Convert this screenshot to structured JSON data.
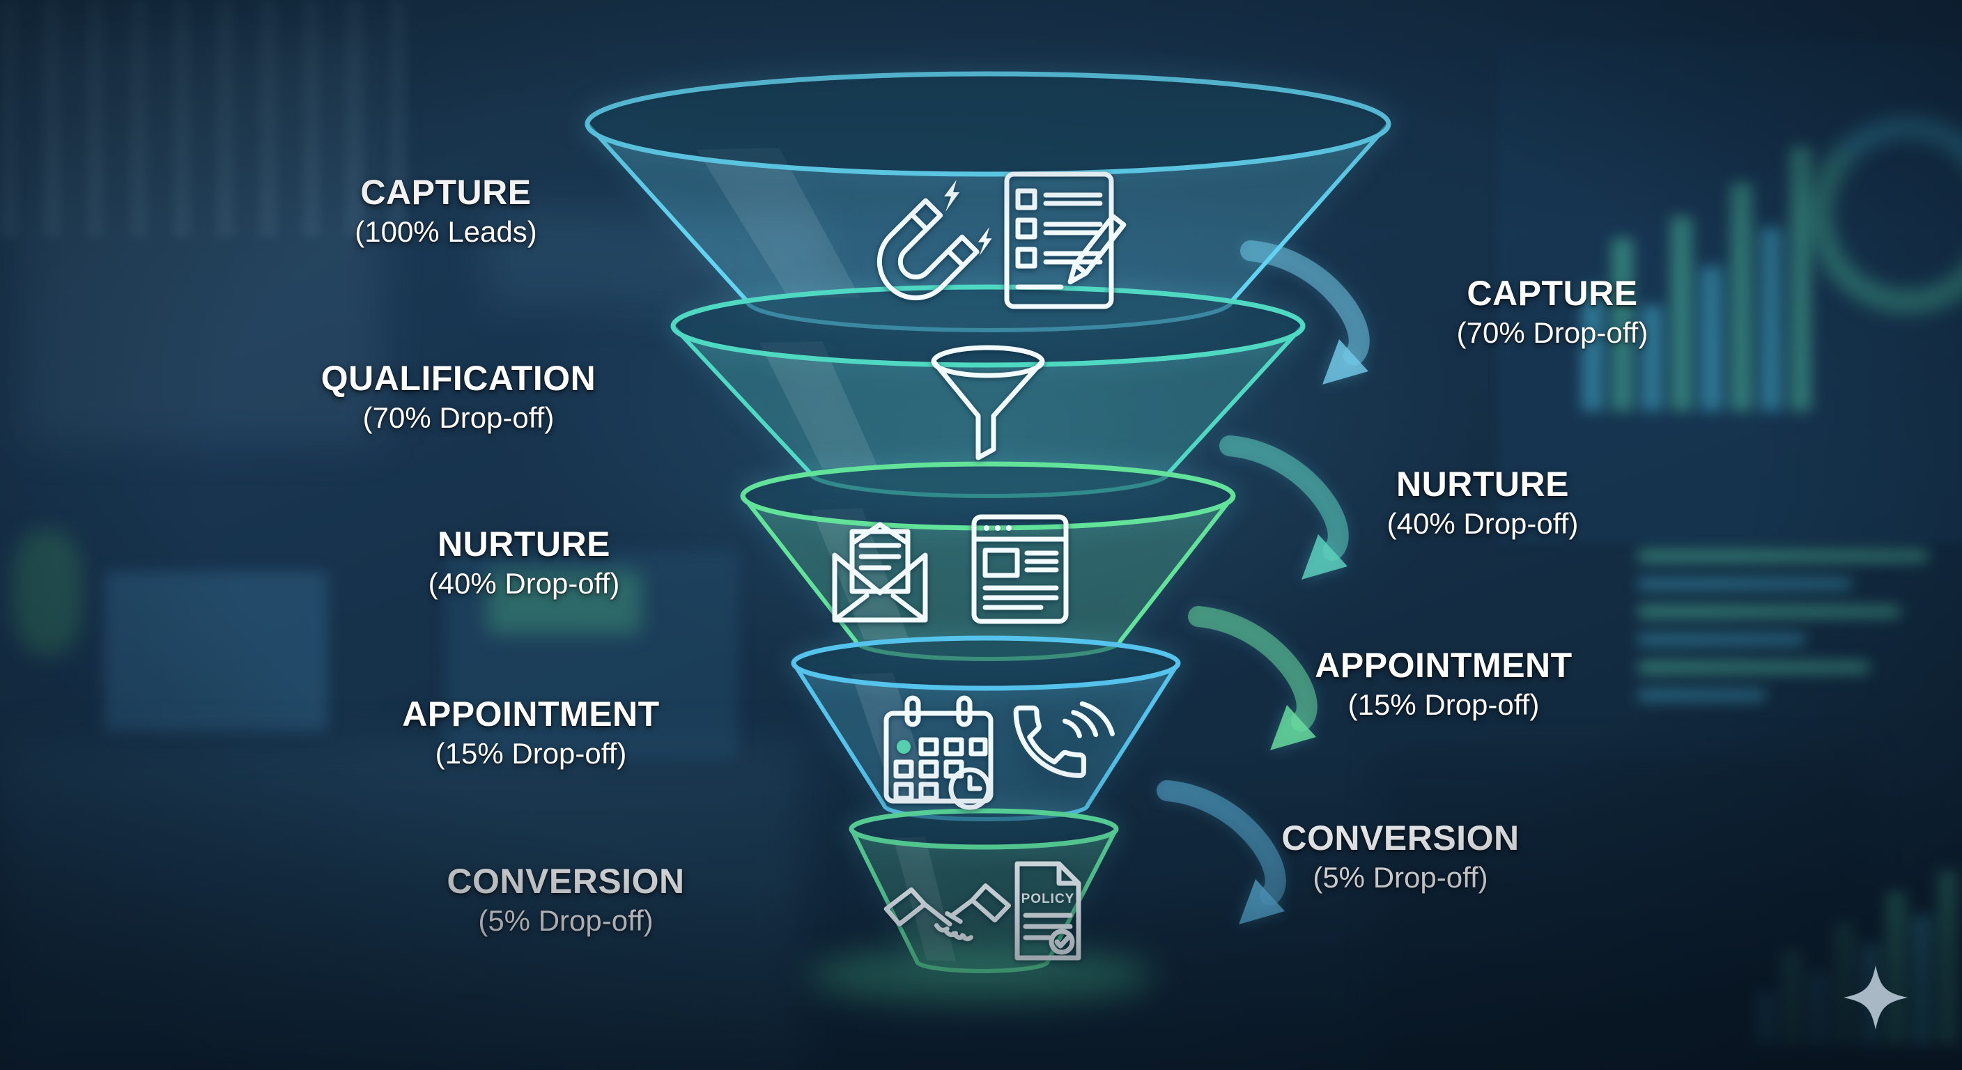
{
  "funnel": {
    "stages": [
      {
        "label": "CAPTURE",
        "sublabel": "(100% Leads)",
        "value_percent": 100,
        "value_unit": "Leads",
        "color": "#62d4f1",
        "icons": [
          "magnet-icon",
          "signup-form-icon"
        ]
      },
      {
        "label": "QUALIFICATION",
        "sublabel": "(70% Drop-off)",
        "value_percent": 70,
        "value_unit": "Drop-off",
        "color": "#4fd9c3",
        "icons": [
          "filter-funnel-icon"
        ]
      },
      {
        "label": "NURTURE",
        "sublabel": "(40% Drop-off)",
        "value_percent": 40,
        "value_unit": "Drop-off",
        "color": "#63e29a",
        "icons": [
          "open-email-icon",
          "article-icon"
        ]
      },
      {
        "label": "APPOINTMENT",
        "sublabel": "(15% Drop-off)",
        "value_percent": 15,
        "value_unit": "Drop-off",
        "color": "#55c3ec",
        "icons": [
          "calendar-clock-icon",
          "phone-call-icon"
        ]
      },
      {
        "label": "CONVERSION",
        "sublabel": "(5% Drop-off)",
        "value_percent": 5,
        "value_unit": "Drop-off",
        "color": "#5ee0a0",
        "icons": [
          "handshake-icon",
          "policy-document-icon"
        ]
      }
    ],
    "policy_text": "POLICY"
  },
  "right_callouts": [
    {
      "label": "CAPTURE",
      "sublabel": "(70% Drop-off)",
      "arrow_color": "#74c9e8"
    },
    {
      "label": "NURTURE",
      "sublabel": "(40% Drop-off)",
      "arrow_color": "#5ed3c0"
    },
    {
      "label": "APPOINTMENT",
      "sublabel": "(15% Drop-off)",
      "arrow_color": "#6adf9f"
    },
    {
      "label": "CONVERSION",
      "sublabel": "(5% Drop-off)",
      "arrow_color": "#5fb8e2"
    }
  ],
  "watermark": {
    "icon": "sparkle-icon",
    "color": "#a8b9c5"
  }
}
